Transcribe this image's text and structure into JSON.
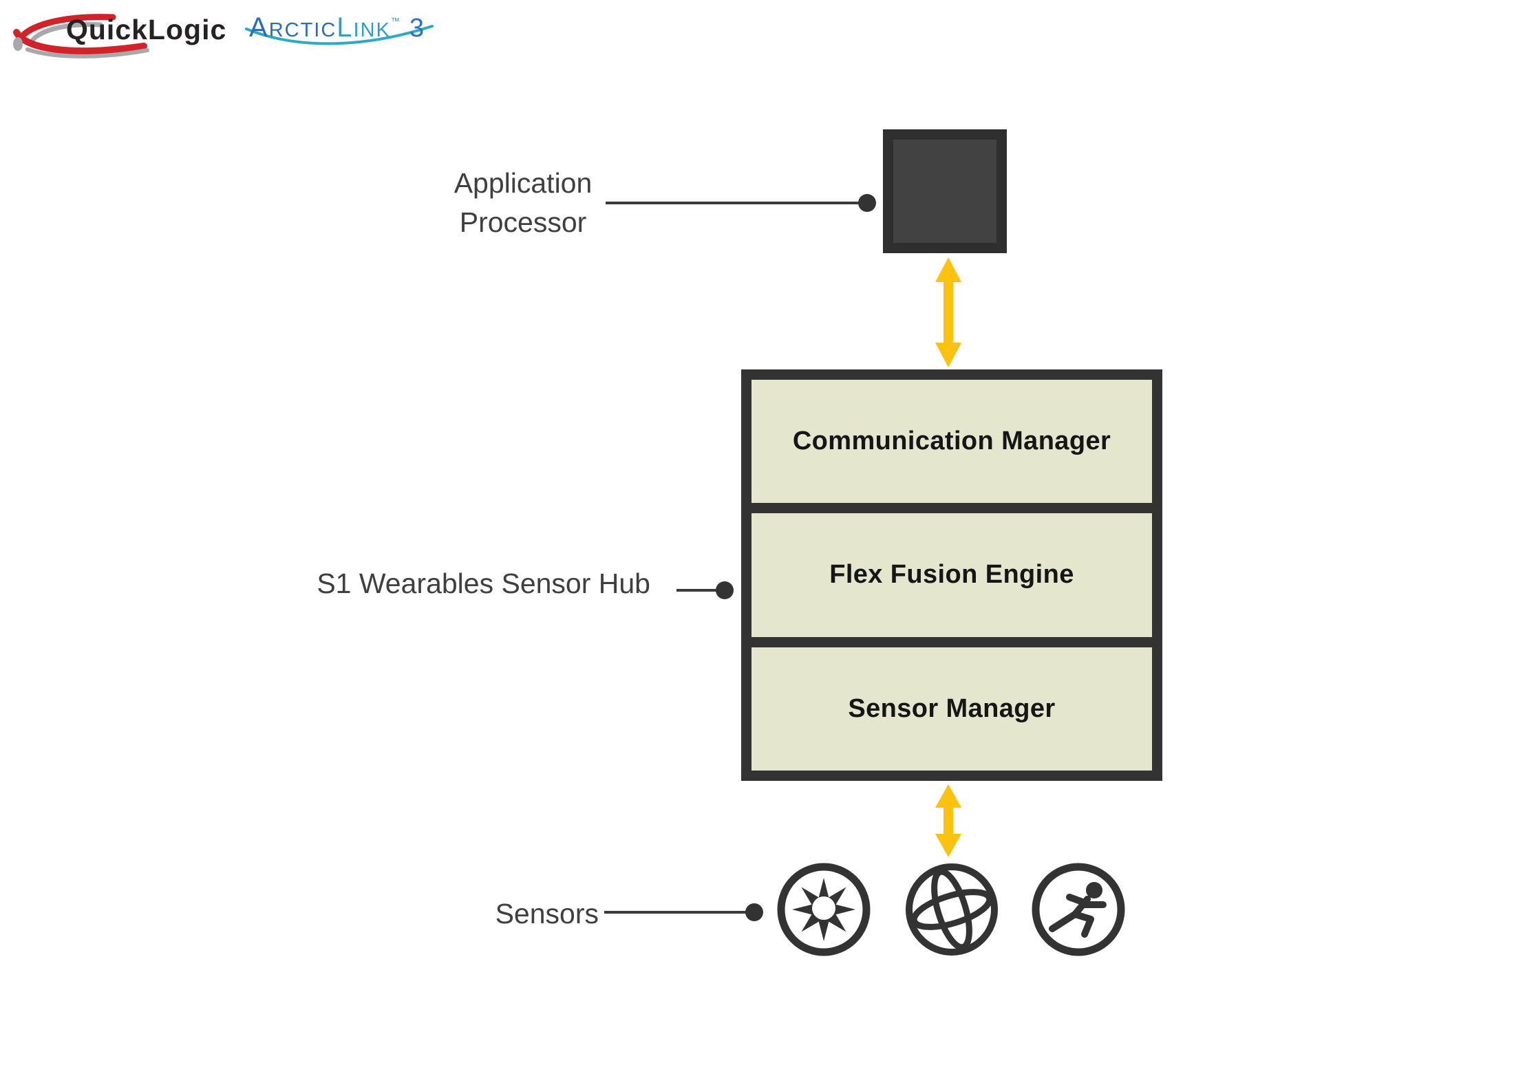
{
  "header": {
    "quicklogic_wordmark": "QuickLogic",
    "arcticlink": {
      "arctic_initial": "A",
      "arctic_rest": "RCTIC",
      "link_initial": "L",
      "link_rest": "INK",
      "trademark": "™",
      "version": "3"
    }
  },
  "labels": {
    "application_processor": "Application\nProcessor",
    "sensor_hub": "S1 Wearables Sensor Hub",
    "sensors": "Sensors"
  },
  "hub": {
    "sections": [
      {
        "label": "Communication Manager"
      },
      {
        "label": "Flex Fusion Engine"
      },
      {
        "label": "Sensor Manager"
      }
    ]
  },
  "icons": {
    "chip": "application-processor-chip",
    "sensor_icons": [
      "light-sensor-icon",
      "gyroscope-icon",
      "activity-sensor-icon"
    ],
    "arrows": [
      "double-arrow-ap-hub",
      "double-arrow-hub-sensors"
    ]
  },
  "colors": {
    "accent_yellow": "#fdc110",
    "frame_dark": "#333333",
    "panel_green": "#e4e7cd",
    "connector_gray": "#3a3a3a",
    "logo_red": "#d2232a",
    "logo_silver": "#a7a9ac",
    "arctic_blue": "#2a6cb5",
    "link_teal": "#2e9ec7",
    "version_blue": "#2f6fbe"
  }
}
